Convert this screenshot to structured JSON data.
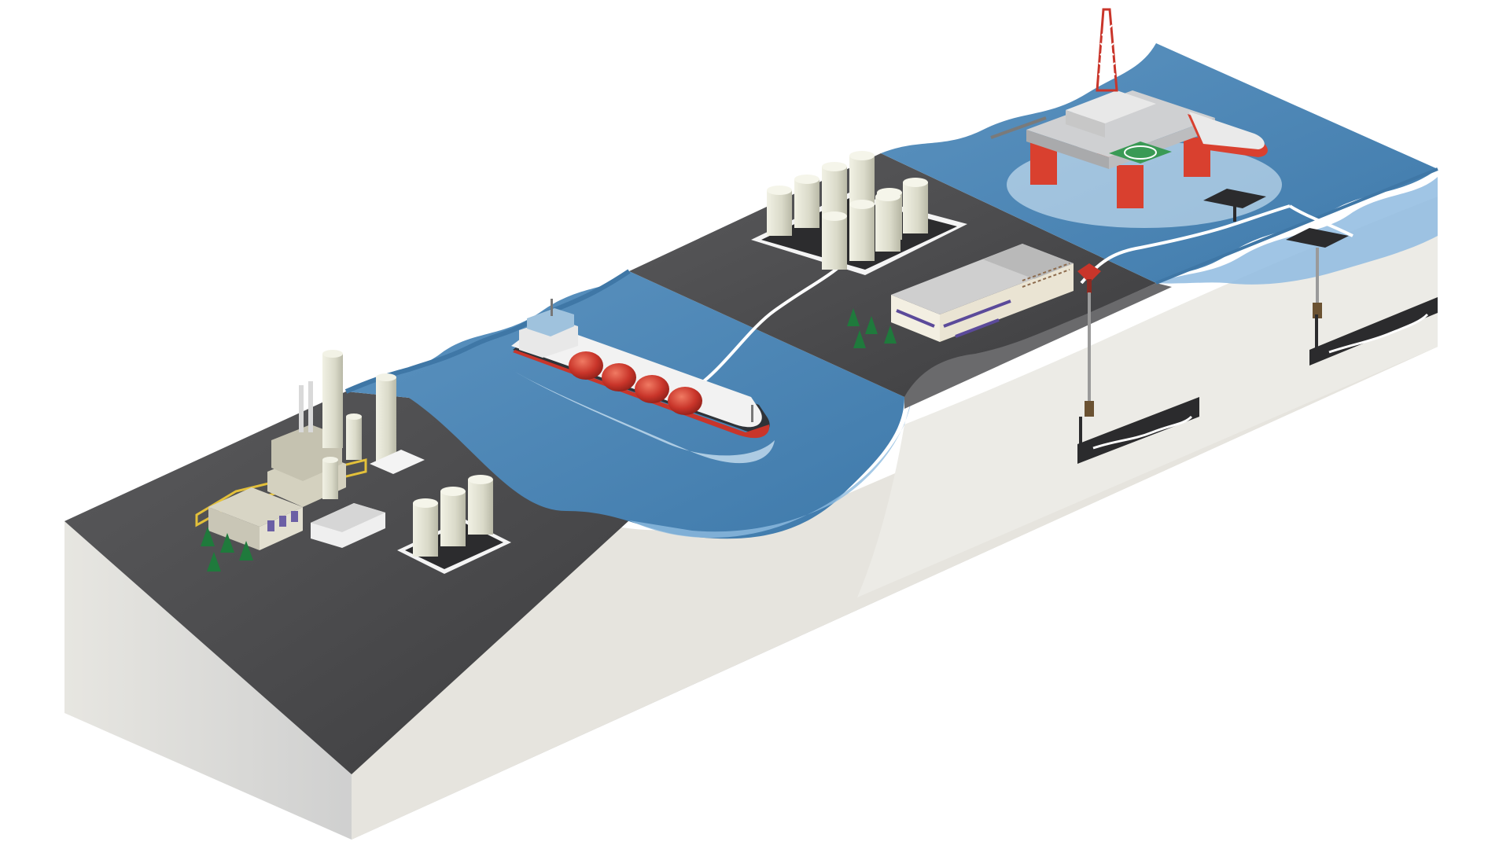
{
  "diagram": {
    "colors": {
      "background": "#ffffff",
      "block_front": "#b7b9bd",
      "block_front_light": "#e6e5e0",
      "block_right": "#e9e8e3",
      "ground_top": "#4d4d4f",
      "ground_top_dark": "#3e3e40",
      "sea_deep": "#4c86b5",
      "sea_light": "#8fbbe0",
      "sea_foam": "#d9ebf8",
      "tank_body": "#e2e2d2",
      "tank_shadow": "#bdbdac",
      "ship_hull": "#3a3e45",
      "ship_deck": "#f2f2f2",
      "ship_dome": "#c8362b",
      "rig_red": "#d9402f",
      "rig_gray": "#cfd0d2",
      "helipad": "#3a9a55",
      "warehouse_wall": "#f3efe2",
      "warehouse_roof": "#cdcdcd",
      "warehouse_stripe": "#5b4a9a",
      "tree": "#1f7a3c",
      "pipeline": "#ffffff",
      "well_pipe": "#9a9a9a",
      "reservoir": "#2b2b2d",
      "caution_line": "#e3c03a"
    },
    "components": [
      {
        "id": "gas-power-plant",
        "icon": "power-plant-icon"
      },
      {
        "id": "onshore-storage-tanks-small",
        "icon": "storage-tank-icon"
      },
      {
        "id": "lng-carrier-ship",
        "icon": "lng-carrier-icon"
      },
      {
        "id": "lng-storage-tank-farm",
        "icon": "storage-tank-icon"
      },
      {
        "id": "processing-facility",
        "icon": "warehouse-icon"
      },
      {
        "id": "onshore-wellhead",
        "icon": "wellhead-icon"
      },
      {
        "id": "offshore-drilling-platform",
        "icon": "oil-rig-icon"
      },
      {
        "id": "subsea-template-1",
        "icon": "subsea-template-icon"
      },
      {
        "id": "subsea-template-2",
        "icon": "subsea-template-icon"
      },
      {
        "id": "gas-reservoir-1",
        "icon": "reservoir-icon"
      },
      {
        "id": "gas-reservoir-2",
        "icon": "reservoir-icon"
      }
    ]
  }
}
